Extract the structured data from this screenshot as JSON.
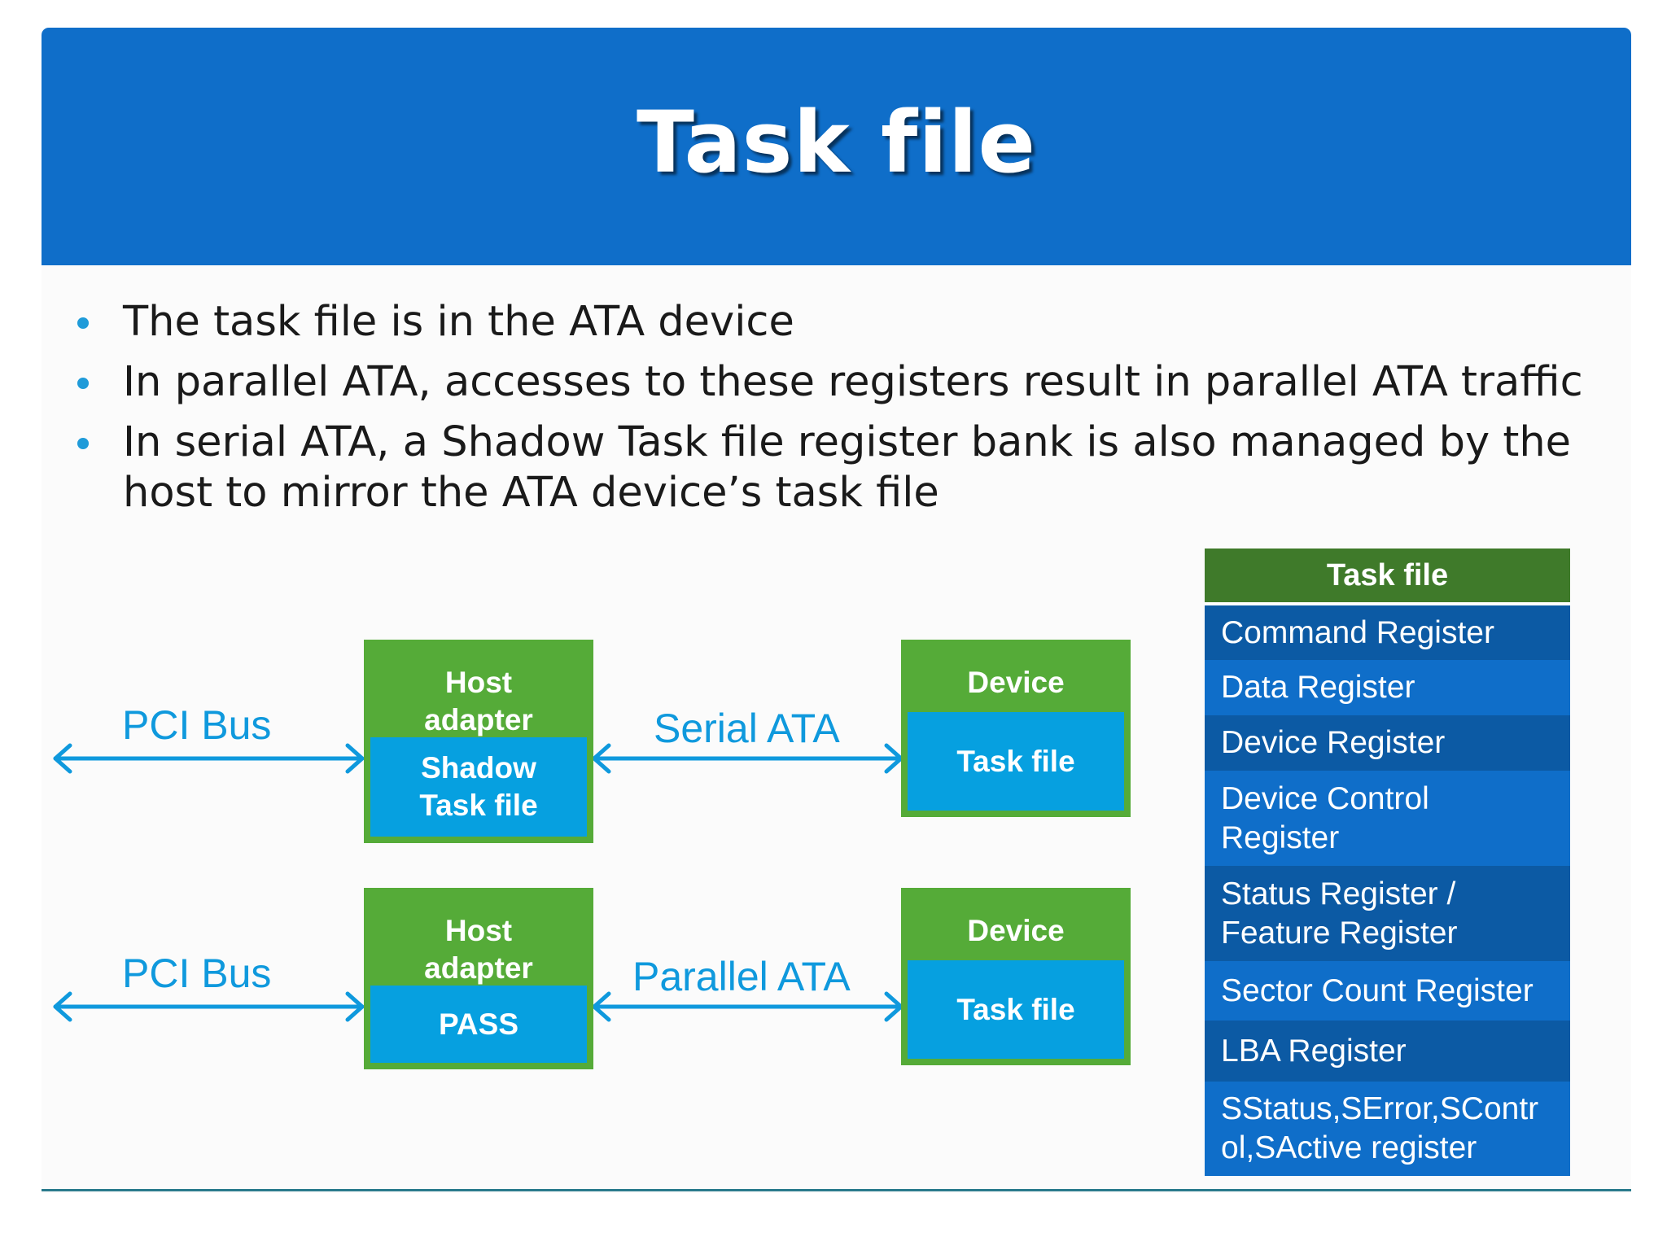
{
  "slide": {
    "title": "Task file",
    "bullets": [
      "The task file is in the ATA device",
      "In parallel ATA, accesses to these registers result in parallel ATA traffic",
      "In serial ATA, a Shadow Task file register bank is also managed by the host to mirror the ATA device’s task file"
    ]
  },
  "diagram": {
    "serial_row": {
      "bus_label": "PCI Bus",
      "host_adapter": "Host adapter",
      "host_inner": "Shadow Task file",
      "link_label": "Serial ATA",
      "device": "Device",
      "device_inner": "Task file"
    },
    "parallel_row": {
      "bus_label": "PCI Bus",
      "host_adapter": "Host adapter",
      "host_inner": "PASS",
      "link_label": "Parallel ATA",
      "device": "Device",
      "device_inner": "Task file"
    }
  },
  "task_file_table": {
    "header": "Task file",
    "rows": [
      "Command Register",
      "Data Register",
      "Device Register",
      "Device Control Register",
      "Status Register / Feature Register",
      "Sector Count Register",
      "LBA Register",
      "SStatus,SError,SControl,SActive register"
    ]
  },
  "colors": {
    "banner": "#0f6ec9",
    "box_green": "#55ab38",
    "box_blue": "#06a0e0",
    "arrow": "#0f99dd",
    "table_header": "#3f7a2a",
    "table_row_dark": "#0c5aa4",
    "table_row_light": "#0f6ec9"
  }
}
